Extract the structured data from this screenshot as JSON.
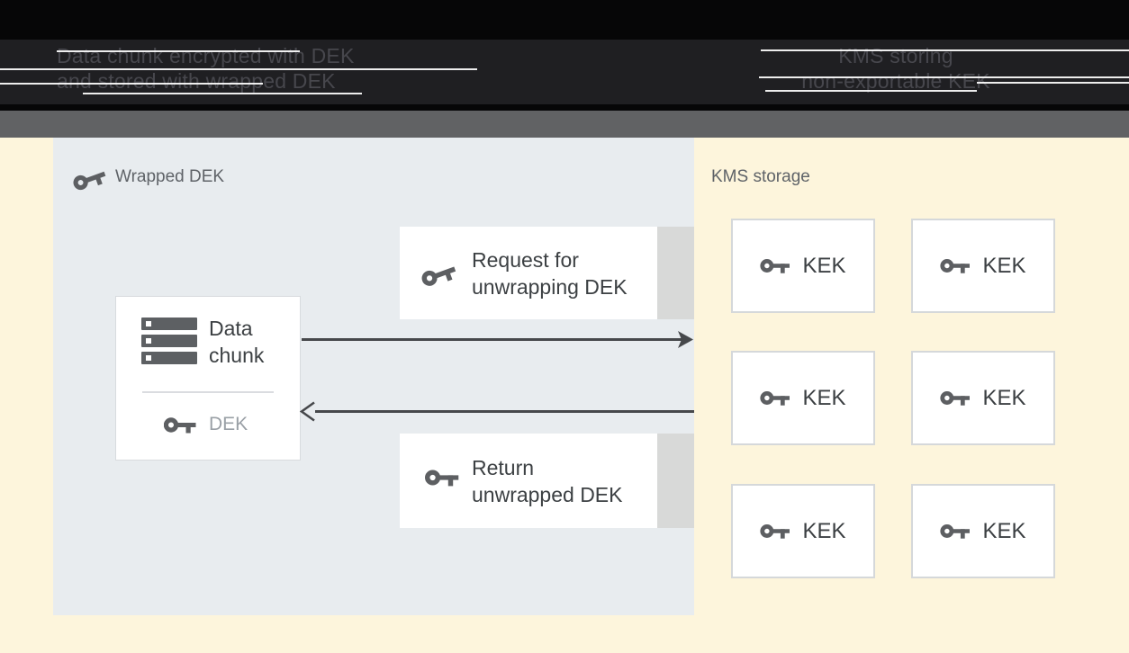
{
  "header": {
    "left_caption": [
      "Data chunk encrypted with DEK",
      "and stored with wrapped DEK"
    ],
    "right_caption": [
      "KMS storing",
      "non-exportable KEK"
    ]
  },
  "wrapped_dek_panel": {
    "title": "Wrapped DEK",
    "data_chunk_box": {
      "label_line1": "Data",
      "label_line2": "chunk",
      "key_label": "DEK"
    },
    "request_box": {
      "label_line1": "Request for",
      "label_line2": "unwrapping DEK"
    },
    "return_box": {
      "label_line1": "Return",
      "label_line2": "unwrapped DEK"
    }
  },
  "kms_panel": {
    "title": "KMS storage",
    "keks": [
      "KEK",
      "KEK",
      "KEK",
      "KEK",
      "KEK",
      "KEK"
    ]
  },
  "colors": {
    "header_black": "#060607",
    "divider_band_gray": "#616264",
    "background_yellow": "#fdf5dc",
    "panel_gray_blue": "#e8ecef",
    "box_white": "#ffffff",
    "box_side_strip": "#d8d9d8",
    "icon_gray": "#5d5f62",
    "text_dark": "#3c4043",
    "text_medium_gray": "#5f6368",
    "text_light_gray": "#9aa0a6",
    "arrow_gray": "#46484b"
  }
}
